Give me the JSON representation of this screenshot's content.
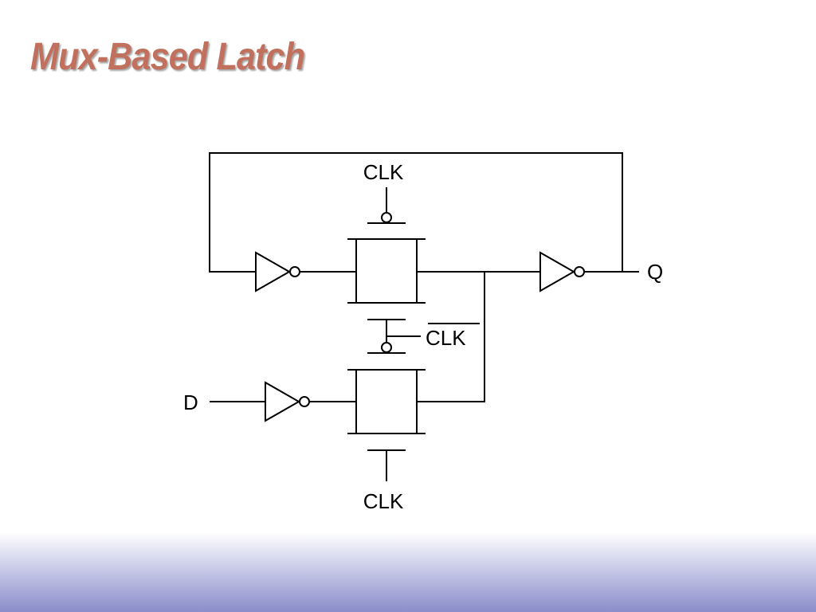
{
  "slide": {
    "title": "Mux-Based Latch",
    "title_color": "#c0705c"
  },
  "diagram": {
    "labels": {
      "clk_top": "CLK",
      "clk_bar": "CLK",
      "clk_bottom": "CLK",
      "input_d": "D",
      "output_q": "Q"
    }
  },
  "footer": {
    "gradient_color": "#8a8dc9"
  }
}
